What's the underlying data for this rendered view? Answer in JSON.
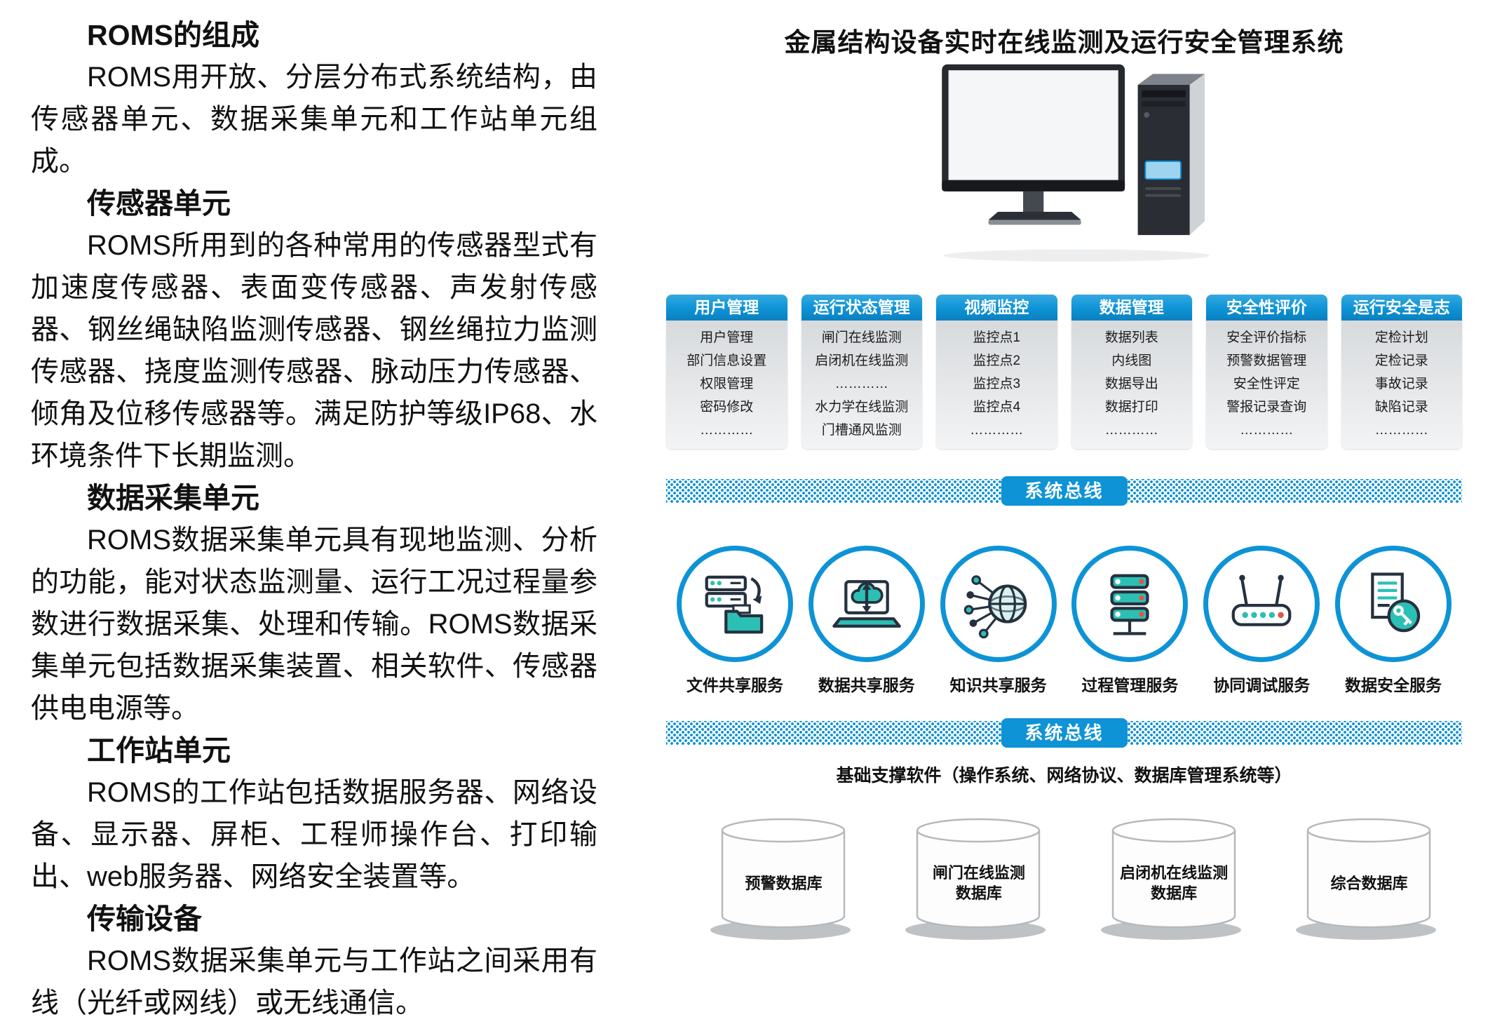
{
  "colors": {
    "accent": "#0d93d6",
    "icon_teal": "#2cc0b4",
    "icon_navy": "#25313f",
    "dot_red": "#e05548",
    "card_body_top": "#d7dadd",
    "card_body_bottom": "#f3f4f5",
    "text": "#111111"
  },
  "left_column": {
    "sections": [
      {
        "heading": "ROMS的组成",
        "paragraph": "ROMS用开放、分层分布式系统结构，由传感器单元、数据采集单元和工作站单元组成。"
      },
      {
        "heading": "传感器单元",
        "paragraph": "ROMS所用到的各种常用的传感器型式有加速度传感器、表面变传感器、声发射传感器、钢丝绳缺陷监测传感器、钢丝绳拉力监测传感器、挠度监测传感器、脉动压力传感器、倾角及位移传感器等。满足防护等级IP68、水环境条件下长期监测。"
      },
      {
        "heading": "数据采集单元",
        "paragraph": "ROMS数据采集单元具有现地监测、分析的功能，能对状态监测量、运行工况过程量参数进行数据采集、处理和传输。ROMS数据采集单元包括数据采集装置、相关软件、传感器供电电源等。"
      },
      {
        "heading": "工作站单元",
        "paragraph": "ROMS的工作站包括数据服务器、网络设备、显示器、屏柜、工程师操作台、打印输出、web服务器、网络安全装置等。"
      },
      {
        "heading": "传输设备",
        "paragraph": "ROMS数据采集单元与工作站之间采用有线（光纤或网线）或无线通信。"
      }
    ]
  },
  "diagram": {
    "title": "金属结构设备实时在线监测及运行安全管理系统",
    "computer_image": "desktop-computer-illustration",
    "modules": [
      {
        "header": "用户管理",
        "items": [
          "用户管理",
          "部门信息设置",
          "权限管理",
          "密码修改",
          "…………"
        ]
      },
      {
        "header": "运行状态管理",
        "items": [
          "闸门在线监测",
          "启闭机在线监测",
          "…………",
          "水力学在线监测",
          "门槽通风监测"
        ]
      },
      {
        "header": "视频监控",
        "items": [
          "监控点1",
          "监控点2",
          "监控点3",
          "监控点4",
          "…………"
        ]
      },
      {
        "header": "数据管理",
        "items": [
          "数据列表",
          "内线图",
          "数据导出",
          "数据打印",
          "…………"
        ]
      },
      {
        "header": "安全性评价",
        "items": [
          "安全评价指标",
          "预警数据管理",
          "安全性评定",
          "警报记录查询",
          "…………"
        ]
      },
      {
        "header": "运行安全是志",
        "items": [
          "定检计划",
          "定检记录",
          "事故记录",
          "缺陷记录",
          "…………"
        ]
      }
    ],
    "bus1_label": "系统总线",
    "bus2_label": "系统总线",
    "services": [
      {
        "label": "文件共享服务",
        "icon": "file-share-icon"
      },
      {
        "label": "数据共享服务",
        "icon": "data-share-icon"
      },
      {
        "label": "知识共享服务",
        "icon": "knowledge-share-icon"
      },
      {
        "label": "过程管理服务",
        "icon": "process-manage-icon"
      },
      {
        "label": "协同调试服务",
        "icon": "collaborative-debug-icon"
      },
      {
        "label": "数据安全服务",
        "icon": "data-security-icon"
      }
    ],
    "base_software_note": "基础支撑软件（操作系统、网络协议、数据库管理系统等）",
    "databases": [
      {
        "lines": [
          "预警数据库"
        ]
      },
      {
        "lines": [
          "闸门在线监测",
          "数据库"
        ]
      },
      {
        "lines": [
          "启闭机在线监测",
          "数据库"
        ]
      },
      {
        "lines": [
          "综合数据库"
        ]
      }
    ]
  }
}
